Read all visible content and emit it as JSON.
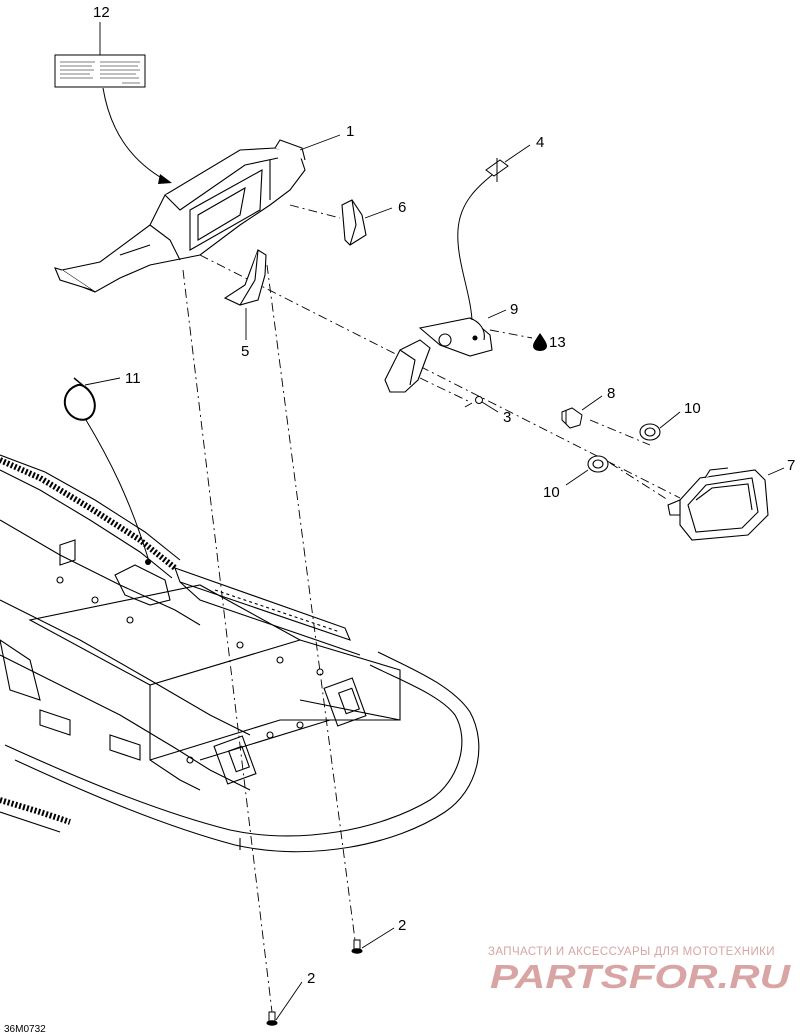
{
  "diagram": {
    "reference_code": "36M0732",
    "callouts": [
      "1",
      "2",
      "2",
      "3",
      "4",
      "5",
      "6",
      "7",
      "8",
      "9",
      "10",
      "10",
      "11",
      "12",
      "13"
    ]
  },
  "watermark": {
    "tagline": "ЗАПЧАСТИ И АКСЕССУАРЫ ДЛЯ МОТОТЕХНИКИ",
    "logo": "PARTSFOR.RU",
    "color": "#d8a4a4"
  },
  "colors": {
    "line": "#000000",
    "background": "#ffffff"
  }
}
